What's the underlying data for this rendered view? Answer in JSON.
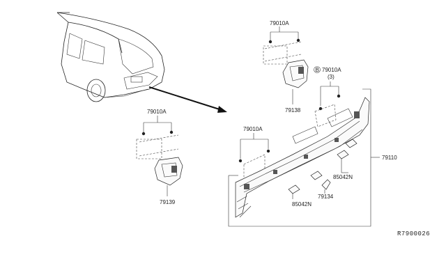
{
  "callouts": {
    "bolt_top": "79010A",
    "bolt_b": "79010A",
    "bolt_b_marker": "B",
    "bolt_b_qty": "(3)",
    "bracket_top": "79138",
    "bolt_left": "79010A",
    "bracket_left": "79139",
    "bolt_mid": "79010A",
    "clip_upper": "85042N",
    "clip_lower": "85042N",
    "small_bracket": "79134",
    "assembly": "79110"
  },
  "reference_code": "R7900026"
}
